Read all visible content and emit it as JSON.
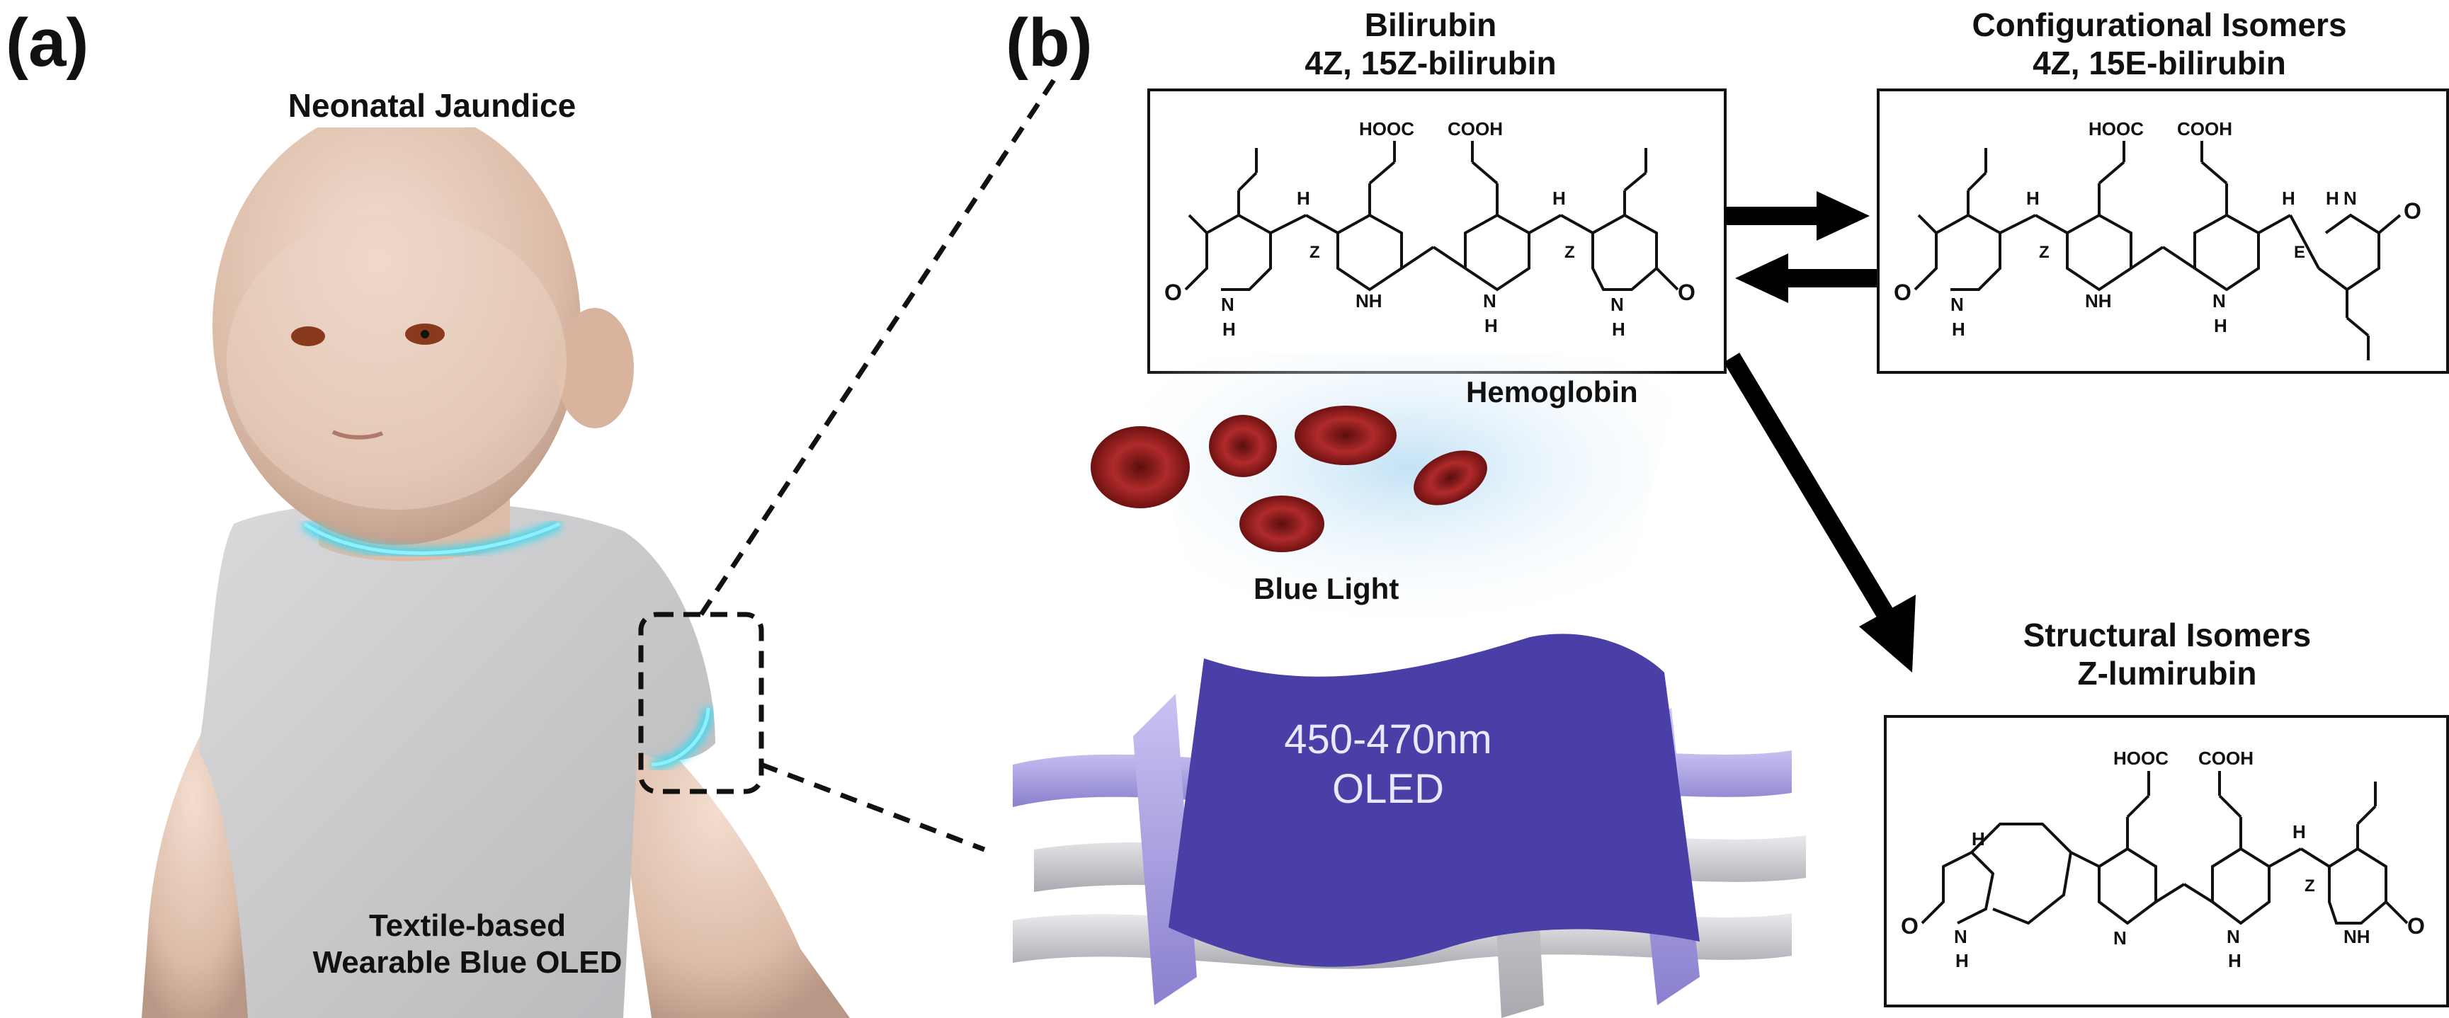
{
  "panel_a": {
    "label": "(a)",
    "title": "Neonatal Jaundice",
    "caption_line1": "Textile-based",
    "caption_line2": "Wearable Blue OLED"
  },
  "panel_b": {
    "label": "(b)",
    "bilirubin": {
      "title_line1": "Bilirubin",
      "title_line2": "4Z, 15Z-bilirubin",
      "atoms": {
        "hooc": "HOOC",
        "cooh": "COOH",
        "o": "O",
        "nh": "NH",
        "n": "N",
        "h": "H",
        "z": "Z"
      }
    },
    "configurational": {
      "title_line1": "Configurational Isomers",
      "title_line2": "4Z, 15E-bilirubin",
      "atoms": {
        "hooc": "HOOC",
        "cooh": "COOH",
        "o": "O",
        "nh": "NH",
        "n": "N",
        "h": "H",
        "z": "Z",
        "e": "E"
      }
    },
    "structural": {
      "title_line1": "Structural Isomers",
      "title_line2": "Z-lumirubin",
      "atoms": {
        "hooc": "HOOC",
        "cooh": "COOH",
        "o": "O",
        "nh": "NH",
        "n": "N",
        "h": "H",
        "z": "Z"
      }
    },
    "hemoglobin_label": "Hemoglobin",
    "blue_light_label": "Blue Light",
    "oled_line1": "450-470nm",
    "oled_line2": "OLED"
  },
  "colors": {
    "oled_blue": "#4a3fa6",
    "light_glow": "#bfe0f5",
    "rbc_red": "#8c1a1a",
    "fiber_purple": "#a49be0",
    "fiber_gray": "#c9c9cf",
    "skin": "#e6c9b5",
    "shirt": "#cfcfd1",
    "led_cyan": "#39d8f0"
  }
}
